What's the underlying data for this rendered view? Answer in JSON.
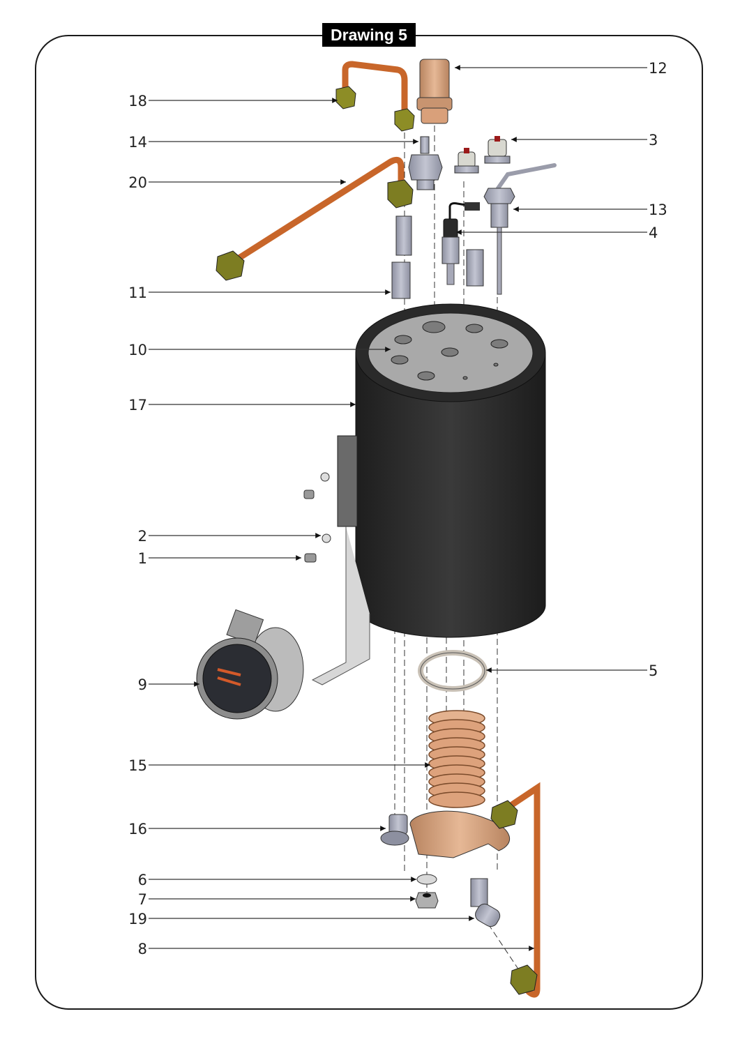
{
  "title": "Drawing 5",
  "colors": {
    "frame": "#1a1a1a",
    "boiler_insulation": "#2b2b2b",
    "boiler_top": "#a9a9a9",
    "copper": "#c8662a",
    "brass_nut": "#7d7d22",
    "steel": "#a7a9b8",
    "element_copper": "#d9a07a"
  },
  "callouts": [
    {
      "id": "12",
      "label": "12",
      "part": "safety-valve"
    },
    {
      "id": "18",
      "label": "18",
      "part": "copper-pipe-short"
    },
    {
      "id": "14",
      "label": "14",
      "part": "hose-fitting"
    },
    {
      "id": "3",
      "label": "3",
      "part": "thermostats"
    },
    {
      "id": "20",
      "label": "20",
      "part": "copper-pipe-long"
    },
    {
      "id": "13",
      "label": "13",
      "part": "level-probe"
    },
    {
      "id": "4",
      "label": "4",
      "part": "temperature-sensor"
    },
    {
      "id": "11",
      "label": "11",
      "part": "adapter-fittings"
    },
    {
      "id": "10",
      "label": "10",
      "part": "boiler-top-plate"
    },
    {
      "id": "17",
      "label": "17",
      "part": "boiler-insulation"
    },
    {
      "id": "2",
      "label": "2",
      "part": "washer"
    },
    {
      "id": "1",
      "label": "1",
      "part": "screw"
    },
    {
      "id": "5",
      "label": "5",
      "part": "gasket-ring"
    },
    {
      "id": "9",
      "label": "9",
      "part": "pressure-gauge"
    },
    {
      "id": "15",
      "label": "15",
      "part": "heating-element"
    },
    {
      "id": "16",
      "label": "16",
      "part": "plug"
    },
    {
      "id": "6",
      "label": "6",
      "part": "flange-washer"
    },
    {
      "id": "7",
      "label": "7",
      "part": "nut"
    },
    {
      "id": "19",
      "label": "19",
      "part": "elbow-fitting"
    },
    {
      "id": "8",
      "label": "8",
      "part": "copper-pipe-outlet"
    }
  ]
}
